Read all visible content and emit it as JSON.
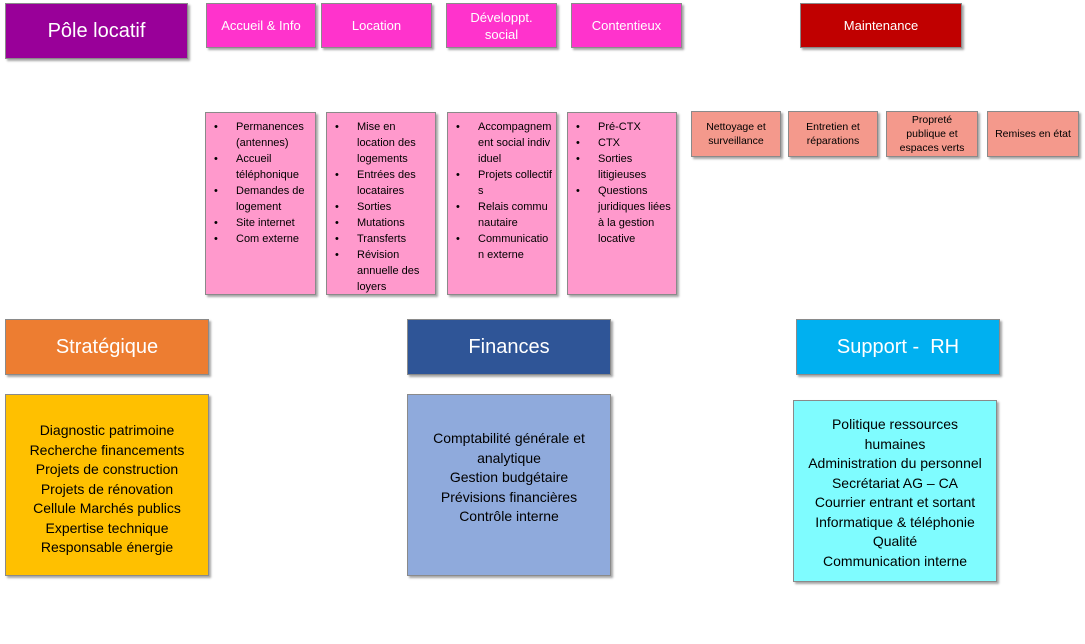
{
  "pole": {
    "title": "Pôle locatif"
  },
  "headers": {
    "accueil": "Accueil & Info",
    "location": "Location",
    "developpt": "Développt. social",
    "contentieux": "Contentieux",
    "maintenance": "Maintenance"
  },
  "lists": {
    "accueil": [
      "Permanences (antennes)",
      "Accueil téléphonique",
      "Demandes de logement",
      "Site internet",
      "Com externe"
    ],
    "location": [
      "Mise en location des logements",
      "Entrées des locataires",
      "Sorties",
      "Mutations",
      "Transferts",
      "Révision annuelle des loyers"
    ],
    "developpt": [
      "Accompagnement social individuel",
      "Projets collectifs",
      "Relais communautaire",
      "Communication externe"
    ],
    "contentieux": [
      "Pré-CTX",
      "CTX",
      "Sorties litigieuses",
      "Questions juridiques liées à la gestion locative"
    ]
  },
  "maintenance_items": [
    "Nettoyage et surveillance",
    "Entretien et réparations",
    "Propreté publique et espaces verts",
    "Remises en état"
  ],
  "strategique": {
    "title": "Stratégique",
    "items": [
      "Diagnostic patrimoine",
      "Recherche financements",
      "Projets de construction",
      "Projets de rénovation",
      "Cellule Marchés publics",
      "Expertise technique",
      "Responsable énergie"
    ]
  },
  "finances": {
    "title": "Finances",
    "items": [
      "Comptabilité générale et analytique",
      "Gestion budgétaire",
      "Prévisions financières",
      "Contrôle interne"
    ]
  },
  "support": {
    "title": "Support -  RH",
    "items": [
      "Politique ressources humaines",
      "Administration du personnel",
      "Secrétariat AG – CA",
      "Courrier entrant et sortant",
      "Informatique & téléphonie",
      "Qualité",
      "Communication interne"
    ]
  },
  "colors": {
    "purple": "#990099",
    "pink_header": "#ff33cc",
    "pink_list": "#ff99cc",
    "maintenance": "#c00000",
    "salmon": "#f4998c",
    "orange": "#ed7d31",
    "yellow": "#ffc000",
    "blue": "#2f5597",
    "light_blue": "#8faadc",
    "cyan": "#00b0f0",
    "light_cyan": "#7ffcff"
  }
}
